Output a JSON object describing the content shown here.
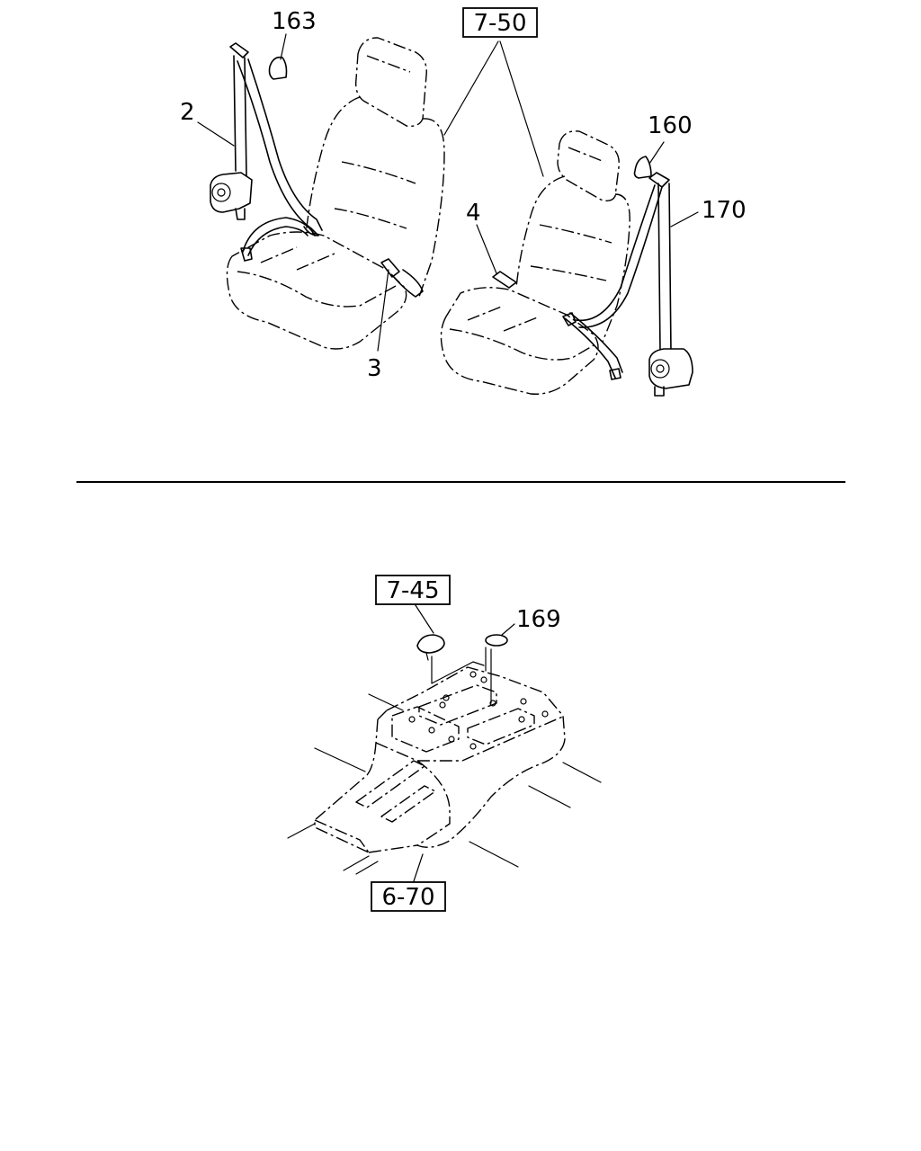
{
  "upper": {
    "ref_7_50": "7-50",
    "part_163": "163",
    "part_2": "2",
    "part_3": "3",
    "part_4": "4",
    "part_160": "160",
    "part_170": "170"
  },
  "lower": {
    "ref_7_45": "7-45",
    "part_169": "169",
    "ref_6_70": "6-70"
  }
}
